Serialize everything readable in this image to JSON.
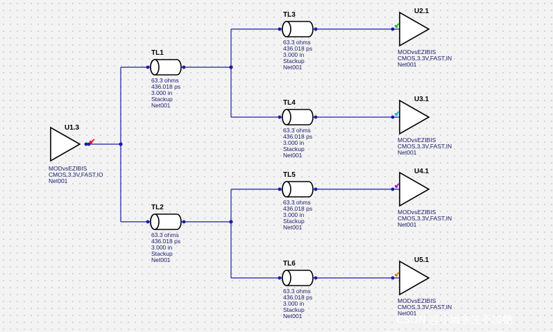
{
  "driver": {
    "ref": "U1.3",
    "model": "MODvsEZIBIS",
    "spec": "CMOS,3.3V,FAST,IO",
    "net": "Net001",
    "probe_color": "#e01818"
  },
  "tlines": [
    {
      "id": "TL1",
      "impedance": "63.3 ohms",
      "delay": "436.018 ps",
      "length": "3.000 in",
      "stackup": "Stackup",
      "net": "Net001"
    },
    {
      "id": "TL2",
      "impedance": "63.3 ohms",
      "delay": "436.018 ps",
      "length": "3.000 in",
      "stackup": "Stackup",
      "net": "Net001"
    },
    {
      "id": "TL3",
      "impedance": "63.3 ohms",
      "delay": "436.018 ps",
      "length": "3.000 in",
      "stackup": "Stackup",
      "net": "Net001"
    },
    {
      "id": "TL4",
      "impedance": "63.3 ohms",
      "delay": "436.018 ps",
      "length": "3.000 in",
      "stackup": "Stackup",
      "net": "Net001"
    },
    {
      "id": "TL5",
      "impedance": "63.3 ohms",
      "delay": "436.018 ps",
      "length": "3.000 in",
      "stackup": "Stackup",
      "net": "Net001"
    },
    {
      "id": "TL6",
      "impedance": "63.3 ohms",
      "delay": "436.018 ps",
      "length": "3.000 in",
      "stackup": "Stackup",
      "net": "Net001"
    }
  ],
  "receivers": [
    {
      "ref": "U2.1",
      "model": "MODvsEZIBIS",
      "spec": "CMOS,3.3V,FAST,IN",
      "net": "Net001",
      "probe_color": "#2fbf2f"
    },
    {
      "ref": "U3.1",
      "model": "MODvsEZIBIS",
      "spec": "CMOS,3.3V,FAST,IN",
      "net": "Net001",
      "probe_color": "#1fb8e0"
    },
    {
      "ref": "U4.1",
      "model": "MODvsEZIBIS",
      "spec": "CMOS,3.3V,FAST,IN",
      "net": "Net001",
      "probe_color": "#9a2fc8"
    },
    {
      "ref": "U5.1",
      "model": "MODvsEZIBIS",
      "spec": "CMOS,3.3V,FAST,IN",
      "net": "Net001",
      "probe_color": "#e08a18"
    }
  ],
  "colors": {
    "wire": "#1a1aa8",
    "text": "#1a1a6e"
  },
  "watermark": "CSDN @小幽余生不加糖"
}
